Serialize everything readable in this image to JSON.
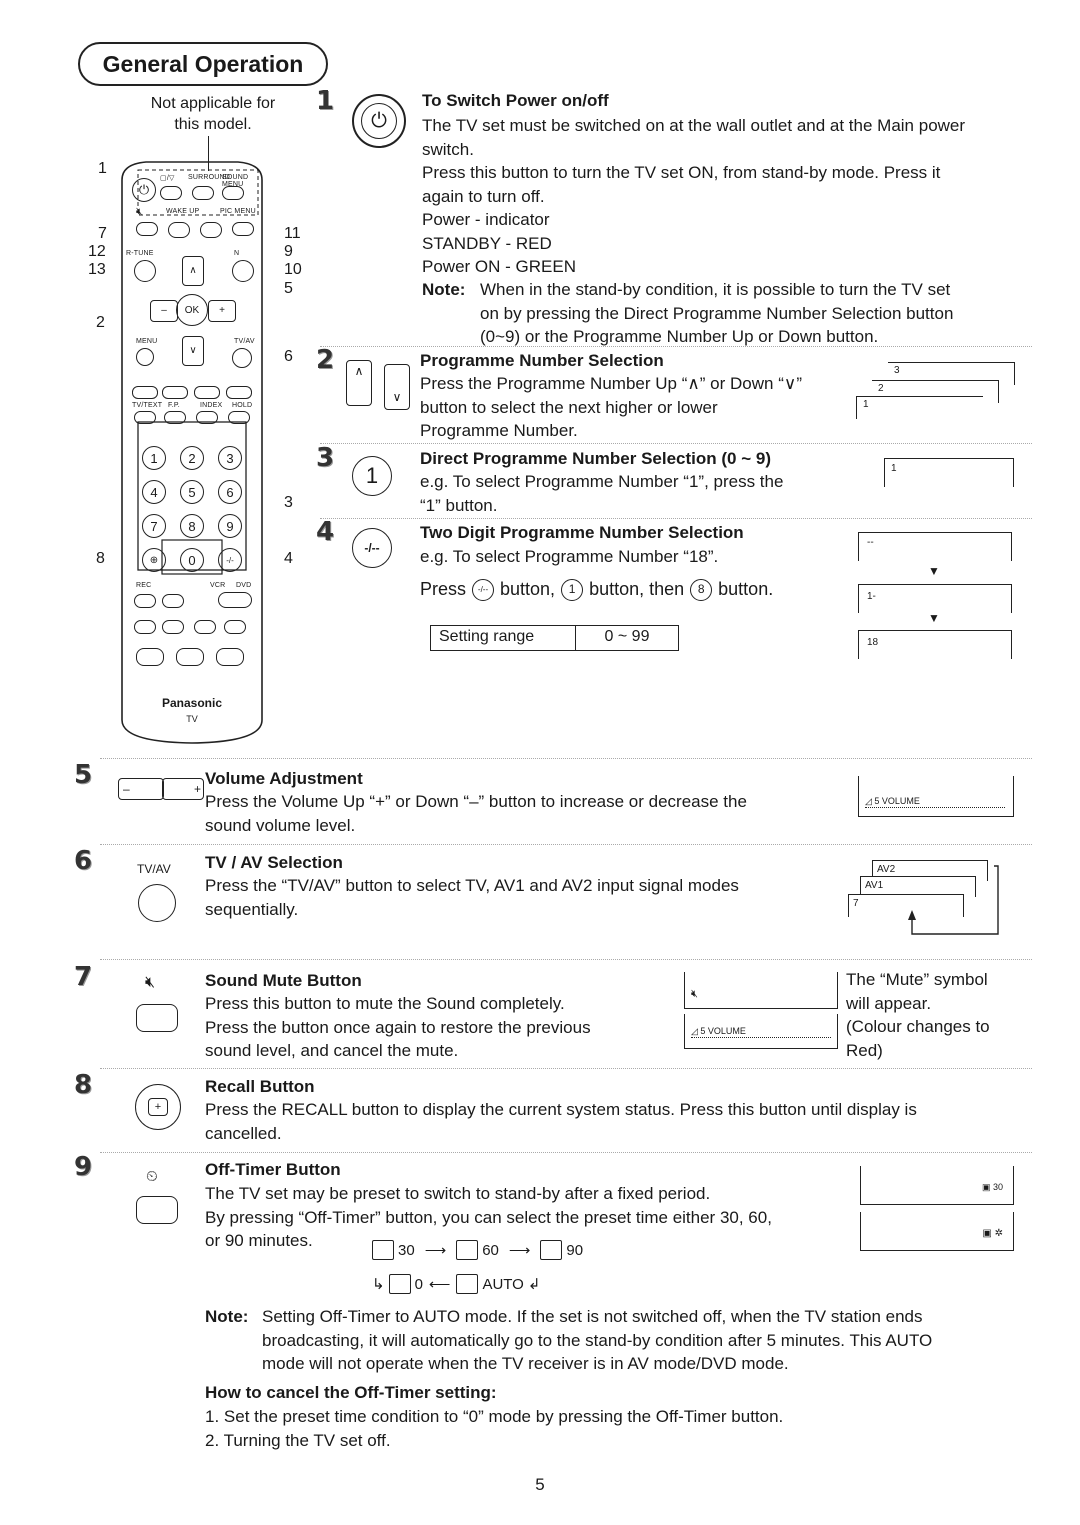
{
  "header": {
    "title": "General Operation"
  },
  "remote": {
    "note": [
      "Not applicable for",
      "this model."
    ],
    "brand": "Panasonic",
    "brand_sub": "TV",
    "callouts": [
      "1",
      "7",
      "12",
      "13",
      "2",
      "11",
      "9",
      "10",
      "5",
      "6",
      "3",
      "8",
      "4"
    ],
    "labels": {
      "tvav": "TV/AV",
      "menu": "MENU",
      "ok": "OK",
      "wake": "WAKE UP",
      "pic": "PIC MENU",
      "rtune": "R-TUNE",
      "n": "N",
      "surround": "SURROUND",
      "sound": "SOUND MENU",
      "ttx": "TV/TEXT",
      "fp": "F.P.",
      "index": "INDEX",
      "hold": "HOLD",
      "rec": "REC",
      "vcr": "VCR",
      "dvd": "DVD"
    },
    "digits": [
      "1",
      "2",
      "3",
      "4",
      "5",
      "6",
      "7",
      "8",
      "9",
      "0"
    ]
  },
  "sections": {
    "s1": {
      "num": "1",
      "title": "To Switch Power on/off",
      "lines": [
        "The TV set must be switched on at the wall outlet and at the Main power",
        "switch.",
        "Press this button to turn the TV set ON, from stand-by mode. Press it",
        "again to turn off.",
        "Power - indicator",
        "STANDBY - RED",
        "Power ON - GREEN"
      ],
      "note_label": "Note:",
      "note_lines": [
        "When in the stand-by condition, it is possible to turn the TV set",
        "on by pressing the Direct Programme Number Selection button",
        "(0~9) or the Programme Number Up or Down button."
      ]
    },
    "s2": {
      "num": "2",
      "title": "Programme Number Selection",
      "lines": [
        "Press the Programme Number Up “∧” or Down “∨”",
        "button to select the next higher or lower",
        "Programme Number."
      ],
      "boxes": [
        "3",
        "2",
        "1"
      ]
    },
    "s3": {
      "num": "3",
      "title": "Direct Programme Number Selection (0 ~ 9)",
      "lines": [
        "e.g. To select Programme Number “1”, press the",
        "“1” button."
      ],
      "btn": "1",
      "box": "1"
    },
    "s4": {
      "num": "4",
      "title": "Two Digit Programme Number Selection",
      "lines": [
        "e.g. To select Programme Number “18”."
      ],
      "press": "Press",
      "button_word": "button,",
      "then": "button, then",
      "end": "button.",
      "btn_a": "-/--",
      "btn_b": "1",
      "btn_c": "8",
      "range_label": "Setting range",
      "range_value": "0 ~ 99",
      "boxes": [
        "--",
        "1-",
        "18"
      ]
    },
    "s5": {
      "num": "5",
      "title": "Volume Adjustment",
      "lines": [
        "Press the Volume Up “+” or Down “–” button to increase or decrease the",
        "sound volume level."
      ],
      "osd": "5  VOLUME"
    },
    "s6": {
      "num": "6",
      "label": "TV/AV",
      "title": "TV / AV Selection",
      "lines": [
        "Press the “TV/AV” button to select TV, AV1 and AV2 input signal modes",
        "sequentially."
      ],
      "boxes": [
        "AV2",
        "AV1",
        "7"
      ]
    },
    "s7": {
      "num": "7",
      "title": "Sound Mute Button",
      "lines": [
        "Press this button to mute the Sound completely.",
        "Press the button once again to restore the previous",
        "sound level, and cancel the mute."
      ],
      "osd": "5  VOLUME",
      "side": [
        "The “Mute” symbol",
        "will appear.",
        "(Colour changes to",
        "Red)"
      ]
    },
    "s8": {
      "num": "8",
      "title": "Recall Button",
      "lines": [
        "Press the RECALL button to display the current system status. Press this button until display is",
        "cancelled."
      ]
    },
    "s9": {
      "num": "9",
      "title": "Off-Timer Button",
      "lines": [
        "The TV set may be preset to switch to stand-by after a fixed period.",
        "By pressing “Off-Timer” button, you can select the preset time either 30, 60,",
        "or 90 minutes."
      ],
      "cycle": [
        "30",
        "60",
        "90",
        "0",
        "AUTO"
      ],
      "osd": "30",
      "note_label": "Note:",
      "note_lines": [
        "Setting Off-Timer to AUTO mode. If the set is not switched off, when the TV station ends",
        "broadcasting, it will automatically go to the stand-by condition after 5 minutes. This AUTO",
        "mode will not operate when the TV receiver is in AV mode/DVD mode."
      ],
      "cancel_title": "How to cancel the Off-Timer setting:",
      "cancel_steps": [
        "1.  Set the preset time condition to “0” mode by pressing the Off-Timer button.",
        "2.  Turning the TV set off."
      ]
    }
  },
  "footer": {
    "page": "5"
  }
}
